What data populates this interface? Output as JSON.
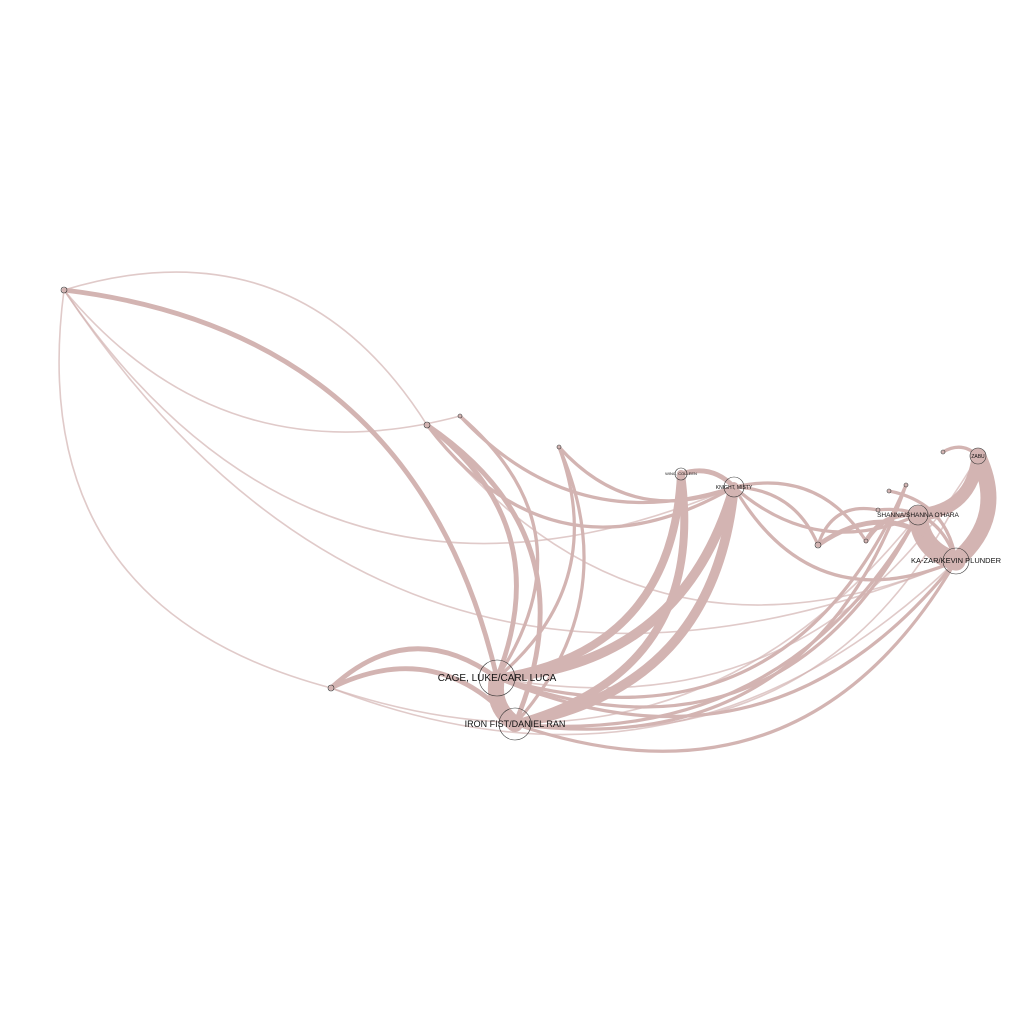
{
  "diagram": {
    "type": "network-graph",
    "edge_color": "#d3b4b2",
    "node_stroke": "#333333",
    "label_color": "#111111",
    "nodes": [
      {
        "id": "cage",
        "label": "CAGE, LUKE/CARL LUCA"
      },
      {
        "id": "ironfist",
        "label": "IRON FIST/DANIEL RAN"
      },
      {
        "id": "knight",
        "label": "KNIGHT, MISTY"
      },
      {
        "id": "colleen",
        "label": "WING, COLLEEN"
      },
      {
        "id": "shanna",
        "label": "SHANNA/SHANNA O'HARA"
      },
      {
        "id": "kazar",
        "label": "KA-ZAR/KEVIN PLUNDER"
      },
      {
        "id": "zabu",
        "label": "ZABU"
      },
      {
        "id": "minor_far",
        "label": ""
      },
      {
        "id": "minor_a",
        "label": ""
      },
      {
        "id": "minor_b",
        "label": ""
      },
      {
        "id": "minor_c",
        "label": ""
      },
      {
        "id": "minor_d",
        "label": ""
      },
      {
        "id": "minor_e",
        "label": ""
      },
      {
        "id": "minor_f",
        "label": ""
      },
      {
        "id": "minor_g",
        "label": ""
      },
      {
        "id": "minor_h",
        "label": ""
      },
      {
        "id": "minor_i",
        "label": ""
      },
      {
        "id": "minor_j",
        "label": ""
      }
    ],
    "edges": [
      {
        "source": "cage",
        "target": "ironfist",
        "weight": 10
      },
      {
        "source": "cage",
        "target": "knight",
        "weight": 6
      },
      {
        "source": "ironfist",
        "target": "knight",
        "weight": 6
      },
      {
        "source": "cage",
        "target": "colleen",
        "weight": 5
      },
      {
        "source": "ironfist",
        "target": "colleen",
        "weight": 5
      },
      {
        "source": "knight",
        "target": "colleen",
        "weight": 3
      },
      {
        "source": "cage",
        "target": "minor_far",
        "weight": 3
      },
      {
        "source": "cage",
        "target": "minor_a",
        "weight": 3
      },
      {
        "source": "ironfist",
        "target": "minor_a",
        "weight": 3
      },
      {
        "source": "cage",
        "target": "minor_b",
        "weight": 2
      },
      {
        "source": "ironfist",
        "target": "minor_c",
        "weight": 2
      },
      {
        "source": "cage",
        "target": "minor_c",
        "weight": 2
      },
      {
        "source": "ironfist",
        "target": "minor_d",
        "weight": 3
      },
      {
        "source": "cage",
        "target": "minor_d",
        "weight": 3
      },
      {
        "source": "minor_a",
        "target": "knight",
        "weight": 2
      },
      {
        "source": "minor_b",
        "target": "knight",
        "weight": 2
      },
      {
        "source": "minor_c",
        "target": "knight",
        "weight": 2
      },
      {
        "source": "minor_a",
        "target": "minor_far",
        "weight": 1
      },
      {
        "source": "minor_far",
        "target": "knight",
        "weight": 1
      },
      {
        "source": "minor_far",
        "target": "minor_d",
        "weight": 1
      },
      {
        "source": "minor_far",
        "target": "minor_b",
        "weight": 1
      },
      {
        "source": "shanna",
        "target": "kazar",
        "weight": 12
      },
      {
        "source": "kazar",
        "target": "zabu",
        "weight": 10
      },
      {
        "source": "shanna",
        "target": "zabu",
        "weight": 8
      },
      {
        "source": "kazar",
        "target": "minor_e",
        "weight": 3
      },
      {
        "source": "shanna",
        "target": "minor_f",
        "weight": 3
      },
      {
        "source": "kazar",
        "target": "minor_g",
        "weight": 2
      },
      {
        "source": "zabu",
        "target": "minor_h",
        "weight": 2
      },
      {
        "source": "kazar",
        "target": "minor_i",
        "weight": 2
      },
      {
        "source": "minor_i",
        "target": "minor_e",
        "weight": 2
      },
      {
        "source": "minor_e",
        "target": "knight",
        "weight": 2
      },
      {
        "source": "minor_f",
        "target": "knight",
        "weight": 2
      },
      {
        "source": "cage",
        "target": "kazar",
        "weight": 2
      },
      {
        "source": "ironfist",
        "target": "kazar",
        "weight": 2
      },
      {
        "source": "cage",
        "target": "shanna",
        "weight": 2
      },
      {
        "source": "ironfist",
        "target": "shanna",
        "weight": 2
      },
      {
        "source": "cage",
        "target": "zabu",
        "weight": 1
      },
      {
        "source": "ironfist",
        "target": "zabu",
        "weight": 1
      },
      {
        "source": "ironfist",
        "target": "minor_j",
        "weight": 2
      },
      {
        "source": "cage",
        "target": "minor_j",
        "weight": 2
      },
      {
        "source": "minor_d",
        "target": "kazar",
        "weight": 1
      },
      {
        "source": "minor_d",
        "target": "shanna",
        "weight": 1
      },
      {
        "source": "minor_a",
        "target": "kazar",
        "weight": 1
      },
      {
        "source": "minor_far",
        "target": "kazar",
        "weight": 1
      },
      {
        "source": "knight",
        "target": "kazar",
        "weight": 2
      },
      {
        "source": "knight",
        "target": "shanna",
        "weight": 2
      }
    ]
  }
}
